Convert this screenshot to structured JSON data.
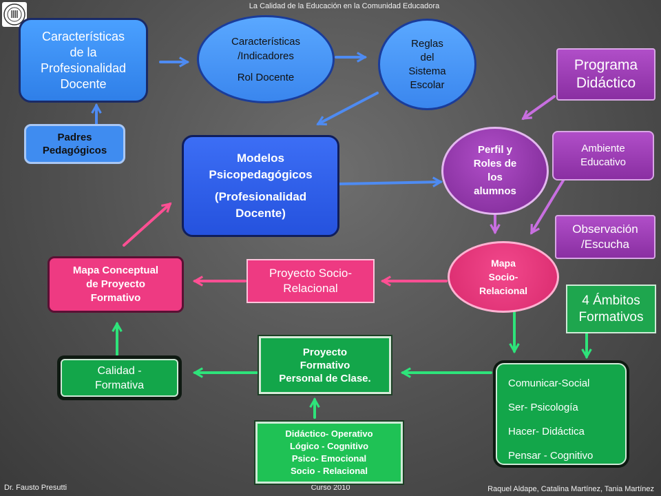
{
  "header": {
    "title": "La Calidad de la Educación en la Comunidad Educadora"
  },
  "footer": {
    "author": "Dr. Fausto Presutti",
    "course": "Curso 2010",
    "credits": "Raquel Aldape, Catalina Martínez,  Tania  Martínez"
  },
  "logo": {
    "icon": "university-seal-icon"
  },
  "nodes": {
    "caracteristicas_prof": [
      "Características",
      "de la",
      "Profesionalidad",
      "Docente"
    ],
    "padres": [
      "Padres",
      "Pedagógicos"
    ],
    "indicadores": [
      "Características",
      "/Indicadores",
      "Rol  Docente"
    ],
    "reglas": [
      "Reglas",
      "del",
      "Sistema",
      "Escolar"
    ],
    "programa": [
      "Programa",
      "Didáctico"
    ],
    "modelos": [
      "Modelos",
      "Psicopedagógicos",
      "(Profesionalidad",
      "Docente)"
    ],
    "perfil": [
      "Perfil y",
      "Roles de",
      "los",
      "alumnos"
    ],
    "ambiente": [
      "Ambiente",
      "Educativo"
    ],
    "observacion": [
      "Observación",
      "/Escucha"
    ],
    "mapa_socio": [
      "Mapa",
      "Socio-",
      "Relacional"
    ],
    "proyecto_socio": [
      "Proyecto Socio-",
      "Relacional"
    ],
    "mapa_conceptual": [
      "Mapa Conceptual",
      "de Proyecto",
      "Formativo"
    ],
    "ambitos": [
      "4 Ámbitos",
      "Formativos"
    ],
    "proyecto_formativo": [
      "Proyecto",
      "Formativo",
      "Personal de Clase."
    ],
    "calidad": [
      "Calidad -",
      "Formativa"
    ],
    "comunicar": [
      "Comunicar-Social",
      "Ser- Psicología",
      "Hacer- Didáctica",
      "Pensar - Cognitivo"
    ],
    "didactico": [
      "Didáctico- Operativo",
      "Lógico -  Cognitivo",
      "Psico- Emocional",
      "Socio  - Relacional"
    ]
  },
  "colors": {
    "blue": "#3f8cf0",
    "dark_blue": "#2a5be8",
    "purple": "#9b3fb0",
    "pink": "#e9337a",
    "green": "#13a64a",
    "arrow_blue": "#4e8bf2",
    "arrow_purple": "#c86fe0",
    "arrow_pink": "#ff4f93",
    "arrow_green": "#2ee37a"
  }
}
